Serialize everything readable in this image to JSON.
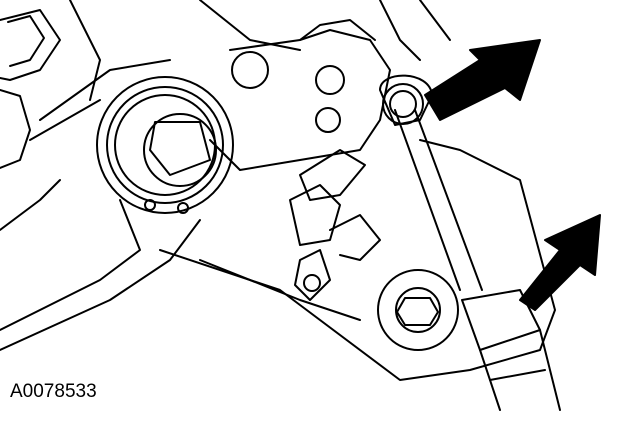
{
  "figure": {
    "id_label": "A0078533"
  },
  "colors": {
    "ink": "#000000",
    "paper": "#ffffff"
  },
  "callouts": [
    {
      "icon": "arrow-icon",
      "points_to": "upper-tensioner-bolt"
    },
    {
      "icon": "arrow-icon",
      "points_to": "lower-tensioner-bolt-with-wrench"
    }
  ]
}
